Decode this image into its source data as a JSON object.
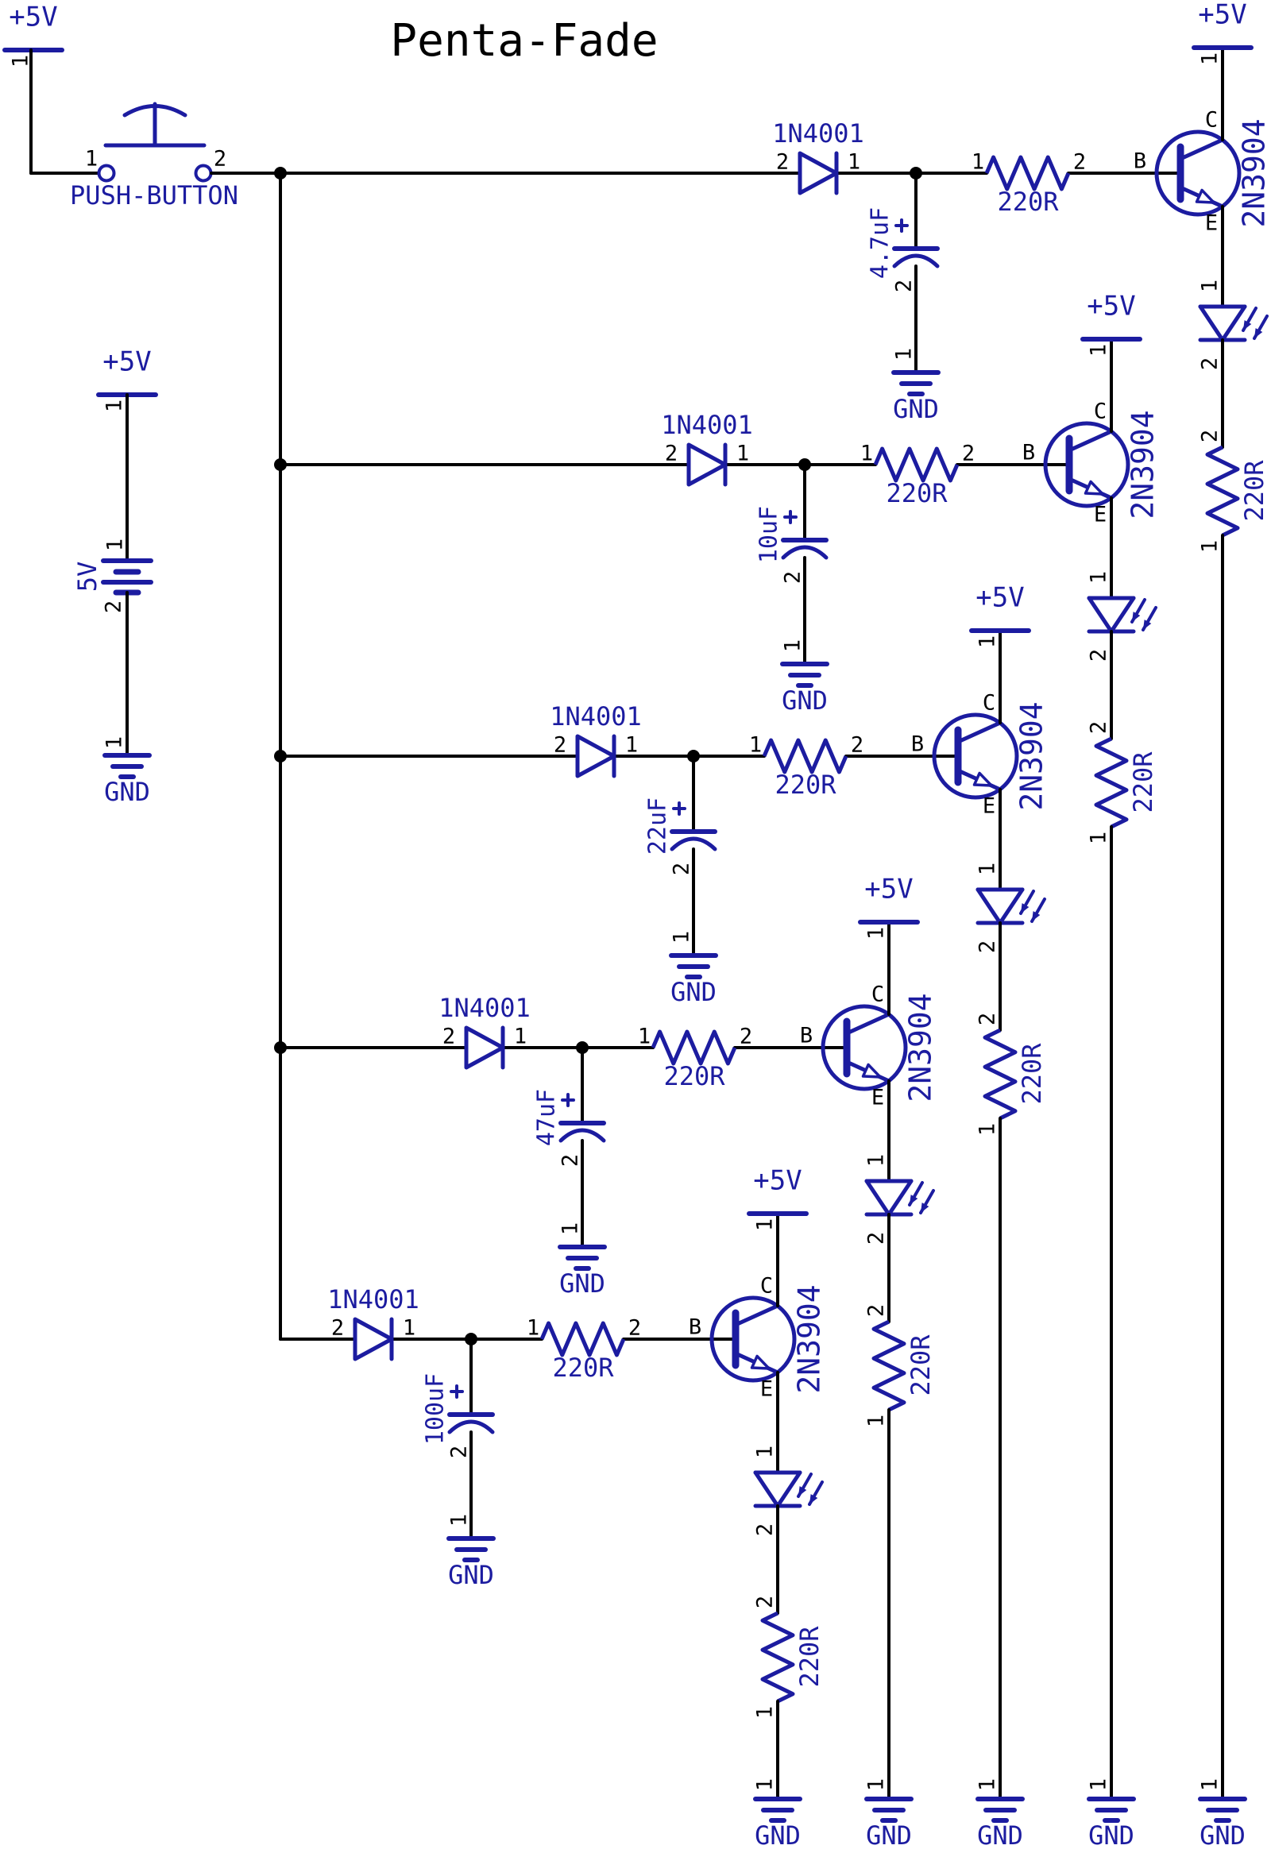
{
  "title": "Penta-Fade",
  "colors": {
    "component": "#1c1ca0",
    "wire": "#000000",
    "pin_text": "#000000"
  },
  "power": {
    "vcc": "+5V",
    "gnd": "GND"
  },
  "pins": {
    "p1": "1",
    "p2": "2",
    "base": "B",
    "collector": "C",
    "emitter": "E"
  },
  "push_button": {
    "label": "PUSH-BUTTON",
    "pin1": "1",
    "pin2": "2"
  },
  "battery": {
    "label": "5V",
    "pin1": "1",
    "pin2": "2",
    "power_label": "+5V",
    "gnd_label": "GND"
  },
  "stages": [
    {
      "diode": "1N4001",
      "cap": "4.7uF",
      "base_resistor": "220R",
      "transistor": "2N3904",
      "led_resistor": "220R"
    },
    {
      "diode": "1N4001",
      "cap": "10uF",
      "base_resistor": "220R",
      "transistor": "2N3904",
      "led_resistor": "220R"
    },
    {
      "diode": "1N4001",
      "cap": "22uF",
      "base_resistor": "220R",
      "transistor": "2N3904",
      "led_resistor": "220R"
    },
    {
      "diode": "1N4001",
      "cap": "47uF",
      "base_resistor": "220R",
      "transistor": "2N3904",
      "led_resistor": "220R"
    },
    {
      "diode": "1N4001",
      "cap": "100uF",
      "base_resistor": "220R",
      "transistor": "2N3904",
      "led_resistor": "220R"
    }
  ]
}
